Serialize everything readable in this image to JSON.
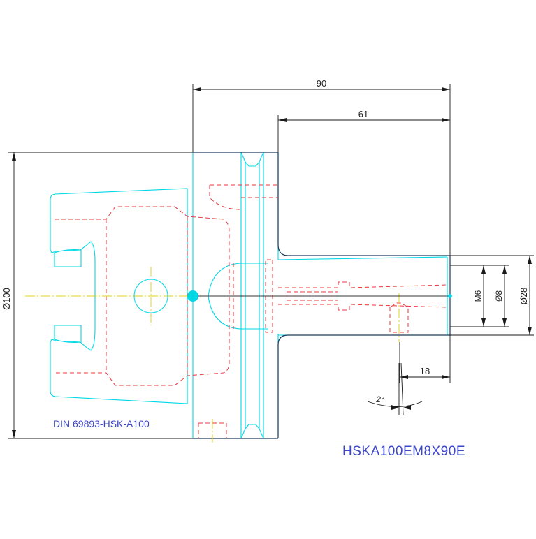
{
  "dimensions": {
    "overall_length": "90",
    "projection_length": "61",
    "flange_diameter": "Ø100",
    "shank_diameter": "Ø28",
    "bore_diameter": "Ø8",
    "screw_thread": "M6",
    "screw_depth": "18",
    "taper_angle": "2°"
  },
  "labels": {
    "standard": "DIN 69893-HSK-A100",
    "part_number": "HSKA100EM8X90E"
  },
  "colors": {
    "outline": "#00d8e6",
    "hidden": "#e8383d",
    "centerline": "#e6d21e",
    "dimension": "#1a1a1a",
    "part_body": "#1c3a5c",
    "text_blue": "#3b46c8"
  }
}
